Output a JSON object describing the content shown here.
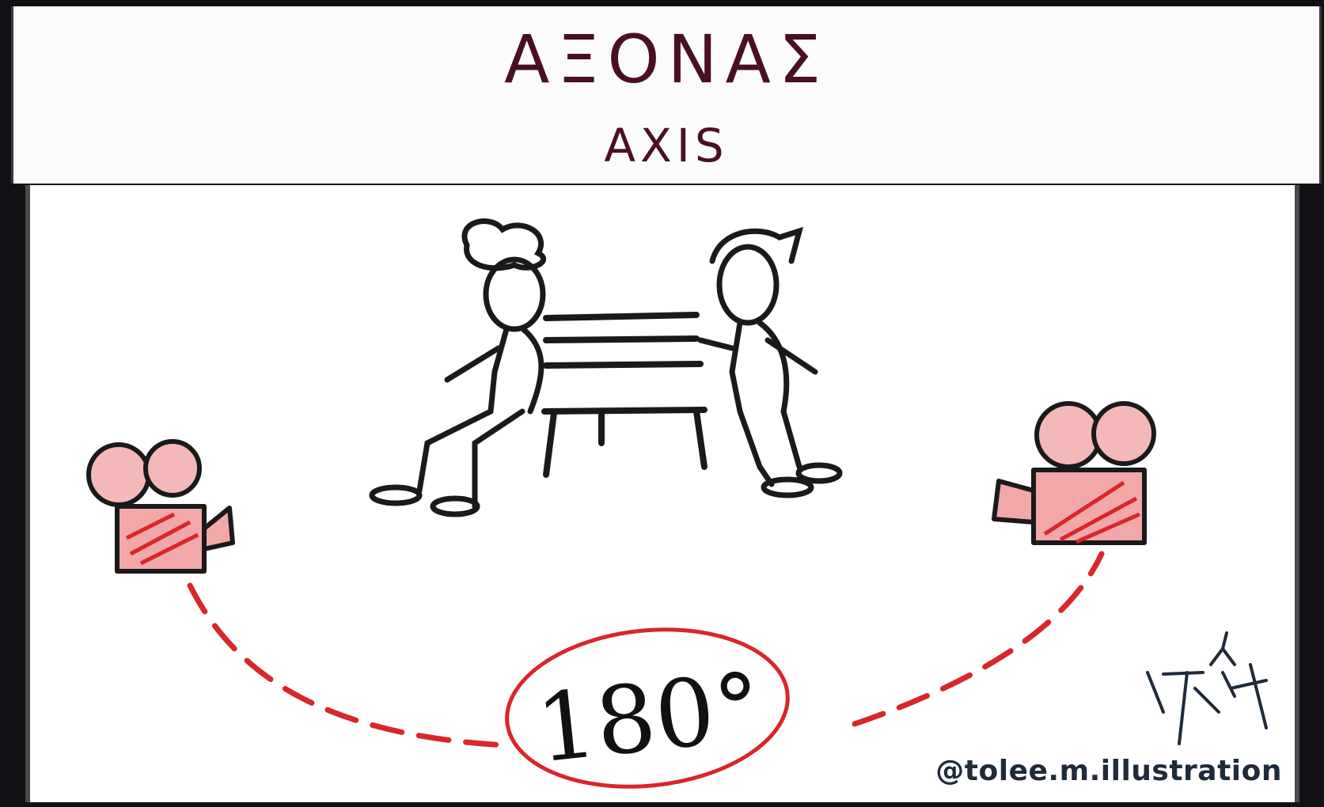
{
  "title": {
    "greek": "ΑΞΟΝΑΣ",
    "english": "AXIS"
  },
  "diagram": {
    "angle_label": "180°",
    "icons": [
      "film-camera-icon",
      "film-camera-icon",
      "bench-icon",
      "person-icon",
      "person-icon",
      "signature-mark"
    ]
  },
  "credit": {
    "handle": "@tolee.m.illustration",
    "signature": "TOLEE"
  },
  "colors": {
    "title": "#4b0f22",
    "accent_red": "#d9262b",
    "sketch": "#1a1a1a",
    "frame_dark": "#0f1115"
  }
}
